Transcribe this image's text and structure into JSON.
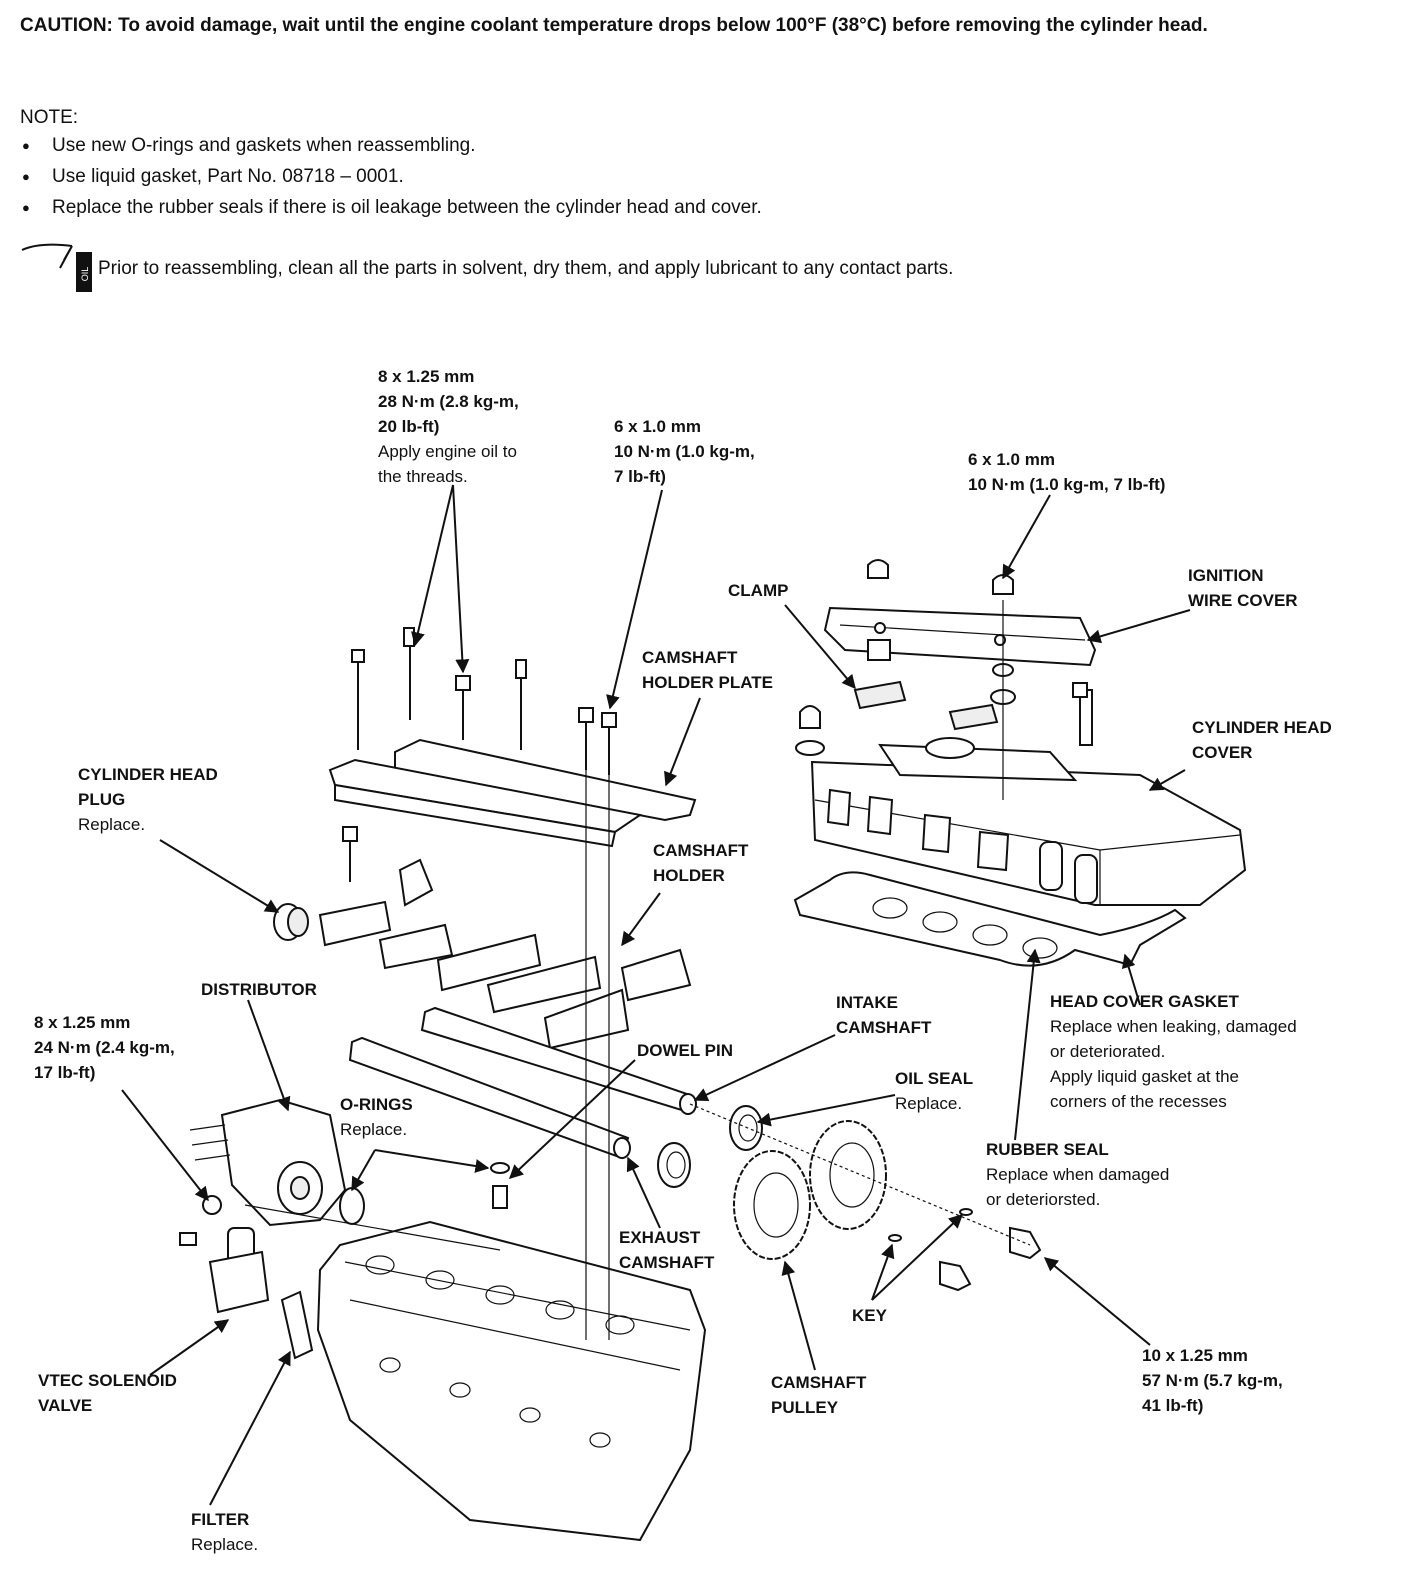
{
  "caution": {
    "label": "CAUTION:",
    "text": "To avoid damage, wait until the engine coolant temperature drops below 100°F (38°C) before removing the cylinder head."
  },
  "note": {
    "title": "NOTE:",
    "items": [
      "Use new O-rings and gaskets when reassembling.",
      "Use liquid gasket, Part No. 08718 – 0001.",
      "Replace the rubber seals if there is oil leakage between the cylinder head and cover."
    ]
  },
  "oil_tip": {
    "icon": "oil-can-icon",
    "icon_text": "OIL",
    "text": "Prior to reassembling, clean all the parts in solvent, dry them, and apply lubricant to any contact parts."
  },
  "callouts": {
    "bolt_8x125_28": {
      "lines": [
        "8 x 1.25 mm",
        "28 N·m (2.8 kg-m,",
        "20 lb-ft)"
      ],
      "notes": [
        "Apply engine oil to",
        "the threads."
      ]
    },
    "bolt_6x10_a": {
      "lines": [
        "6 x 1.0 mm",
        "10 N·m (1.0 kg-m,",
        "7 lb-ft)"
      ]
    },
    "bolt_6x10_b": {
      "lines": [
        "6 x 1.0 mm",
        "10 N·m (1.0 kg-m, 7 lb-ft)"
      ]
    },
    "clamp": {
      "lines": [
        "CLAMP"
      ]
    },
    "ignition_wire_cover": {
      "lines": [
        "IGNITION",
        "WIRE COVER"
      ]
    },
    "camshaft_holder_plate": {
      "lines": [
        "CAMSHAFT",
        "HOLDER PLATE"
      ]
    },
    "cylinder_head_cover": {
      "lines": [
        "CYLINDER HEAD",
        "COVER"
      ]
    },
    "cylinder_head_plug": {
      "lines": [
        "CYLINDER HEAD",
        "PLUG"
      ],
      "notes": [
        "Replace."
      ]
    },
    "camshaft_holder": {
      "lines": [
        "CAMSHAFT",
        "HOLDER"
      ]
    },
    "distributor": {
      "lines": [
        "DISTRIBUTOR"
      ]
    },
    "bolt_8x125_24": {
      "lines": [
        "8 x 1.25 mm",
        "24 N·m (2.4 kg-m,",
        "17 lb-ft)"
      ]
    },
    "intake_camshaft": {
      "lines": [
        "INTAKE",
        "CAMSHAFT"
      ]
    },
    "dowel_pin": {
      "lines": [
        "DOWEL PIN"
      ]
    },
    "head_cover_gasket": {
      "lines": [
        "HEAD COVER GASKET"
      ],
      "notes": [
        "Replace when leaking, damaged",
        "or deteriorated.",
        "Apply liquid gasket at the",
        "corners of the recesses"
      ]
    },
    "oil_seal": {
      "lines": [
        "OIL SEAL"
      ],
      "notes": [
        "Replace."
      ]
    },
    "o_rings": {
      "lines": [
        "O-RINGS"
      ],
      "notes": [
        "Replace."
      ]
    },
    "rubber_seal": {
      "lines": [
        "RUBBER SEAL"
      ],
      "notes": [
        "Replace when damaged",
        "or deteriorsted."
      ]
    },
    "exhaust_camshaft": {
      "lines": [
        "EXHAUST",
        "CAMSHAFT"
      ]
    },
    "key": {
      "lines": [
        "KEY"
      ]
    },
    "bolt_10x125": {
      "lines": [
        "10 x 1.25 mm",
        "57 N·m (5.7 kg-m,",
        "41 lb-ft)"
      ]
    },
    "vtec_solenoid_valve": {
      "lines": [
        "VTEC SOLENOID",
        "VALVE"
      ]
    },
    "camshaft_pulley": {
      "lines": [
        "CAMSHAFT",
        "PULLEY"
      ]
    },
    "filter": {
      "lines": [
        "FILTER"
      ],
      "notes": [
        "Replace."
      ]
    }
  }
}
